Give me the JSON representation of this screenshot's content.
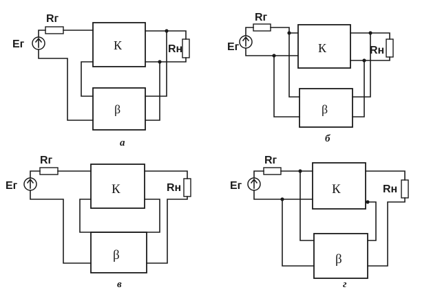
{
  "labels": {
    "source": "Eг",
    "generator_resistor": "Rг",
    "load_resistor": "Rн",
    "amplifier": "К",
    "feedback": "β"
  },
  "captions": {
    "a": "а",
    "b": "б",
    "v": "в",
    "g": "г"
  }
}
